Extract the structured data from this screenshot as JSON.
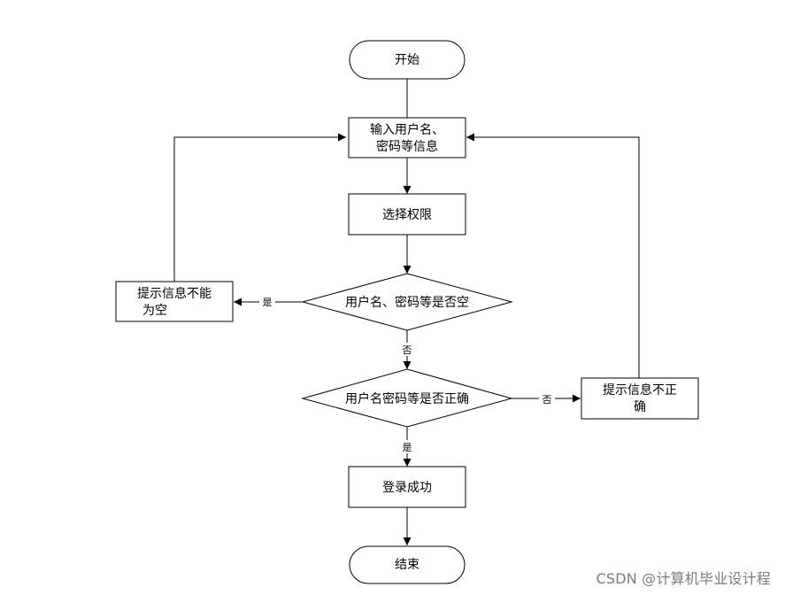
{
  "nodes": {
    "start": "开始",
    "input": [
      "输入用户名、",
      "密码等信息"
    ],
    "select": "选择权限",
    "check_empty": "用户名、密码等是否空",
    "warn_empty": [
      "提示信息不能",
      "为空"
    ],
    "check_correct": "用户名密码等是否正确",
    "warn_wrong": [
      "提示信息不正",
      "确"
    ],
    "success": "登录成功",
    "end": "结束"
  },
  "edges": {
    "empty_yes": "是",
    "empty_no": "否",
    "correct_no": "否",
    "correct_yes": "是"
  },
  "watermark": "CSDN @计算机毕业设计程"
}
